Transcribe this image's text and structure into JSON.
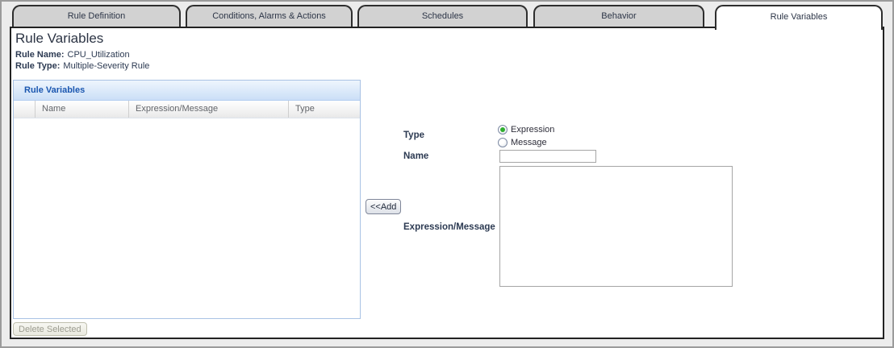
{
  "tabs": [
    {
      "label": "Rule Definition",
      "active": false
    },
    {
      "label": "Conditions, Alarms & Actions",
      "active": false
    },
    {
      "label": "Schedules",
      "active": false
    },
    {
      "label": "Behavior",
      "active": false
    },
    {
      "label": "Rule Variables",
      "active": true
    }
  ],
  "page": {
    "title": "Rule Variables",
    "rule_name_label": "Rule Name:",
    "rule_name_value": "CPU_Utilization",
    "rule_type_label": "Rule Type:",
    "rule_type_value": "Multiple-Severity Rule"
  },
  "variables_panel": {
    "title": "Rule Variables",
    "columns": [
      "Name",
      "Expression/Message",
      "Type"
    ],
    "rows": [],
    "delete_button_label": "Delete Selected",
    "delete_button_disabled": true
  },
  "form": {
    "add_button_label": "<<Add",
    "type_label": "Type",
    "type_options": [
      {
        "label": "Expression",
        "selected": true
      },
      {
        "label": "Message",
        "selected": false
      }
    ],
    "name_label": "Name",
    "name_value": "",
    "expression_label": "Expression/Message",
    "expression_value": ""
  },
  "colors": {
    "panel_header_text": "#1b57b0",
    "panel_border": "#a9c2e4",
    "tab_inactive_bg": "#d2d2d2",
    "tab_text": "#2c3547",
    "radio_selected_dot": "#2fae2f",
    "disabled_text": "#9d9d91"
  }
}
